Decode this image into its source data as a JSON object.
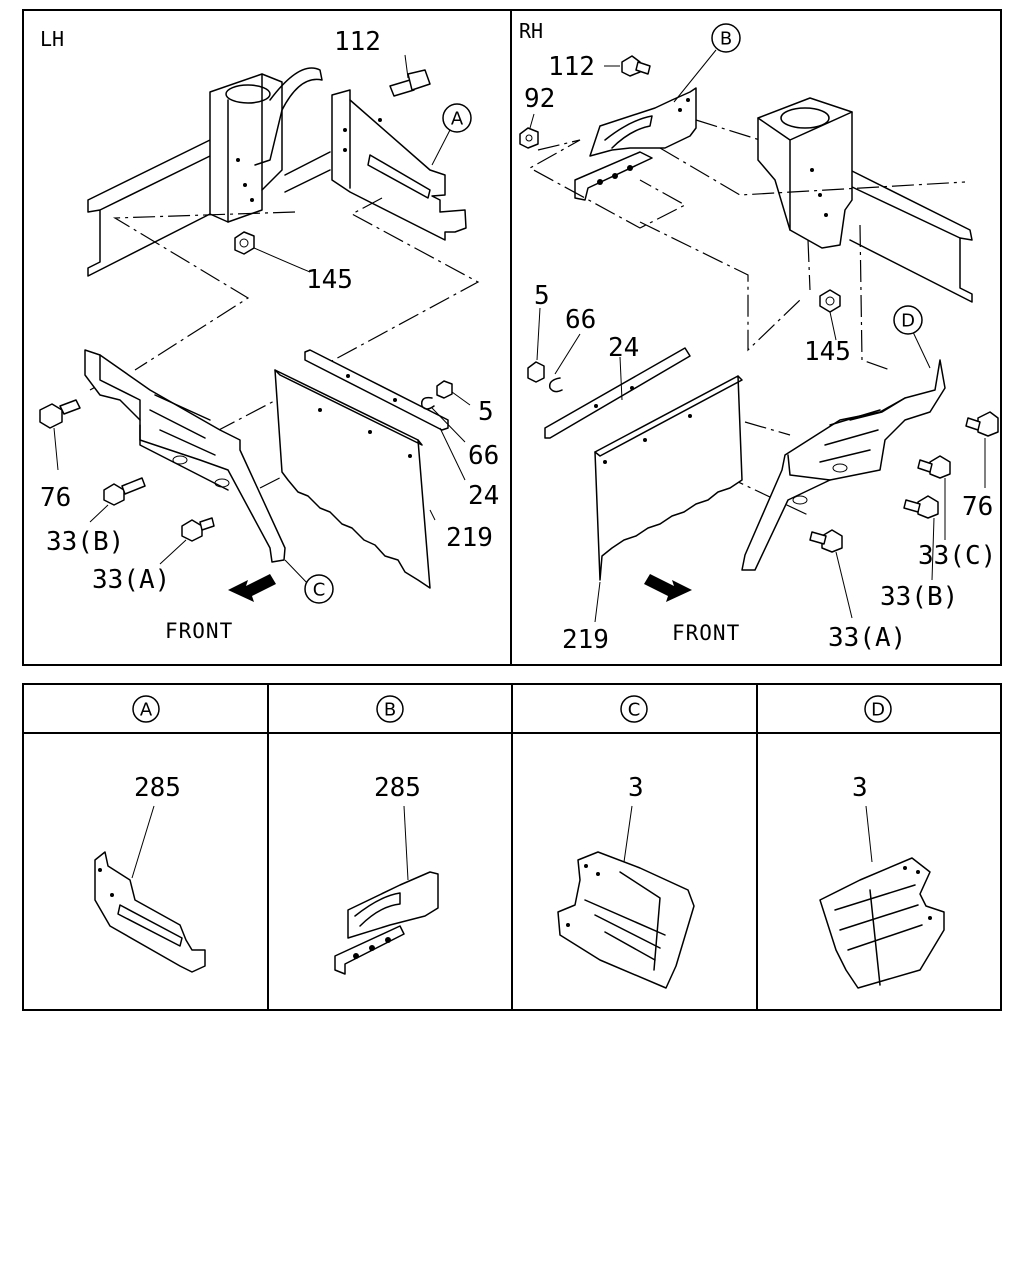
{
  "panels": {
    "lh": {
      "side_label": "LH",
      "callouts": {
        "p112": "112",
        "p145": "145",
        "p5": "5",
        "p66": "66",
        "p24": "24",
        "p219": "219",
        "p76": "76",
        "p33b": "33(B)",
        "p33a": "33(A)"
      },
      "refs": {
        "a": "A",
        "c": "C"
      },
      "front_label": "FRONT"
    },
    "rh": {
      "side_label": "RH",
      "callouts": {
        "p112": "112",
        "p92": "92",
        "p5": "5",
        "p66": "66",
        "p24": "24",
        "p145": "145",
        "p76": "76",
        "p33c": "33(C)",
        "p33b": "33(B)",
        "p33a": "33(A)",
        "p219": "219"
      },
      "refs": {
        "b": "B",
        "d": "D"
      },
      "front_label": "FRONT"
    }
  },
  "details": [
    {
      "ref": "A",
      "part": "285"
    },
    {
      "ref": "B",
      "part": "285"
    },
    {
      "ref": "C",
      "part": "3"
    },
    {
      "ref": "D",
      "part": "3"
    }
  ]
}
